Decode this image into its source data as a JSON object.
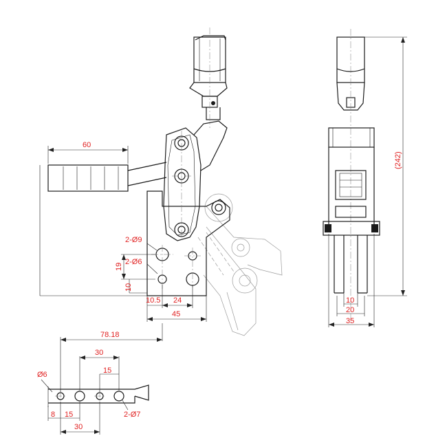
{
  "colors": {
    "line": "#1a1a1a",
    "dimension_text": "#e02020",
    "phantom": "#9a9a9a"
  },
  "front_view": {
    "handle_length": "60",
    "hole_callout_large": "2-Ø9",
    "hole_callout_small": "2-Ø6",
    "vertical_pitch": "19",
    "vertical_offset": "10",
    "offset_from_edge": "10.5",
    "hole_pitch": "24",
    "base_width": "45"
  },
  "side_view": {
    "overall_height": "(242)",
    "slot_width": "10",
    "arm_width": "20",
    "overall_width": "35"
  },
  "arm_detail": {
    "reach": "78.18",
    "pitch_outer": "30",
    "pitch_inner": "15",
    "end_hole": "Ø6",
    "end_offset": "8",
    "first_pitch": "15",
    "hole_callout": "2-Ø7",
    "bottom_pitch": "30"
  }
}
